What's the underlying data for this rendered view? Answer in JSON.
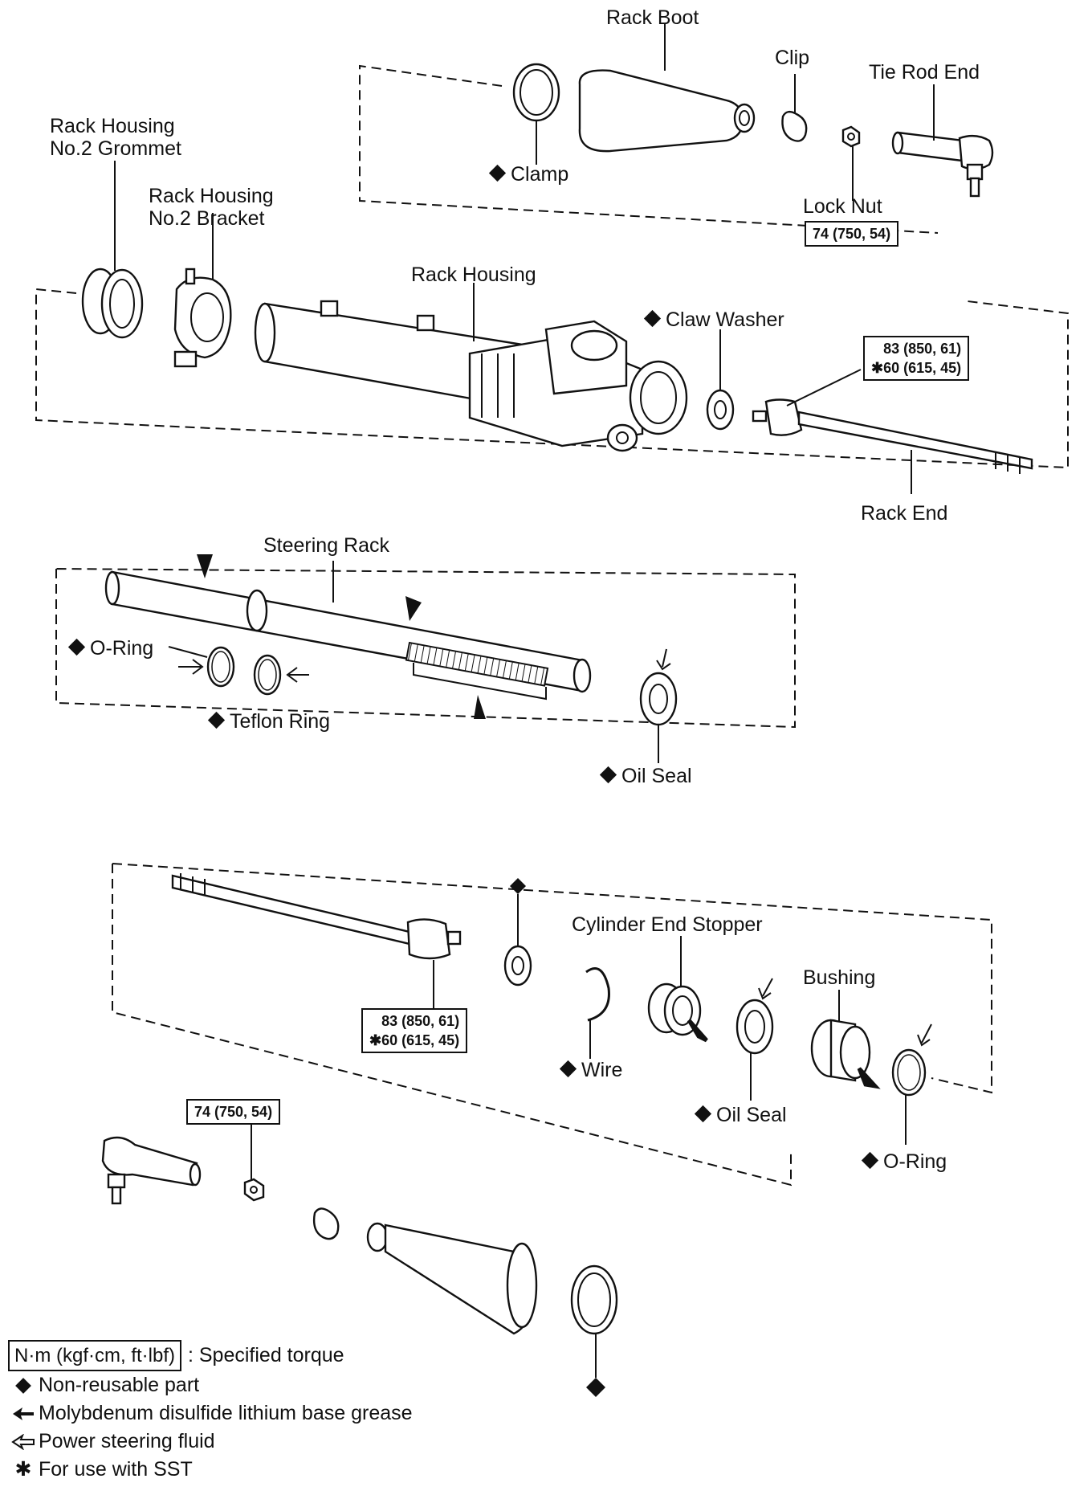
{
  "labels": {
    "rack_boot": "Rack Boot",
    "clip": "Clip",
    "tie_rod_end": "Tie Rod End",
    "clamp": "Clamp",
    "lock_nut": "Lock Nut",
    "rack_housing_grommet": "Rack Housing\nNo.2 Grommet",
    "rack_housing_bracket": "Rack Housing\nNo.2 Bracket",
    "rack_housing": "Rack Housing",
    "claw_washer": "Claw Washer",
    "rack_end": "Rack End",
    "steering_rack": "Steering Rack",
    "o_ring_upper": "O-Ring",
    "teflon_ring": "Teflon Ring",
    "oil_seal_upper": "Oil Seal",
    "cylinder_end_stopper": "Cylinder End Stopper",
    "bushing": "Bushing",
    "wire": "Wire",
    "oil_seal_lower": "Oil Seal",
    "o_ring_lower": "O-Ring"
  },
  "torque": {
    "lock_nut_upper": "74 (750, 54)",
    "rack_end_upper_1": "83 (850, 61)",
    "rack_end_upper_2": "✱60 (615, 45)",
    "rack_end_lower_1": "83 (850, 61)",
    "rack_end_lower_2": "✱60 (615, 45)",
    "lock_nut_lower": "74 (750, 54)"
  },
  "legend": {
    "torque_box": "N·m (kgf·cm, ft·lbf)",
    "torque_text": ": Specified torque",
    "non_reusable": "Non-reusable part",
    "grease": "Molybdenum disulfide lithium base grease",
    "fluid": "Power steering fluid",
    "sst": "For use with SST",
    "sst_symbol": "✱"
  },
  "icons": [
    "diamond-icon",
    "grease-arrow-icon",
    "fluid-arrow-icon",
    "asterisk-icon"
  ]
}
